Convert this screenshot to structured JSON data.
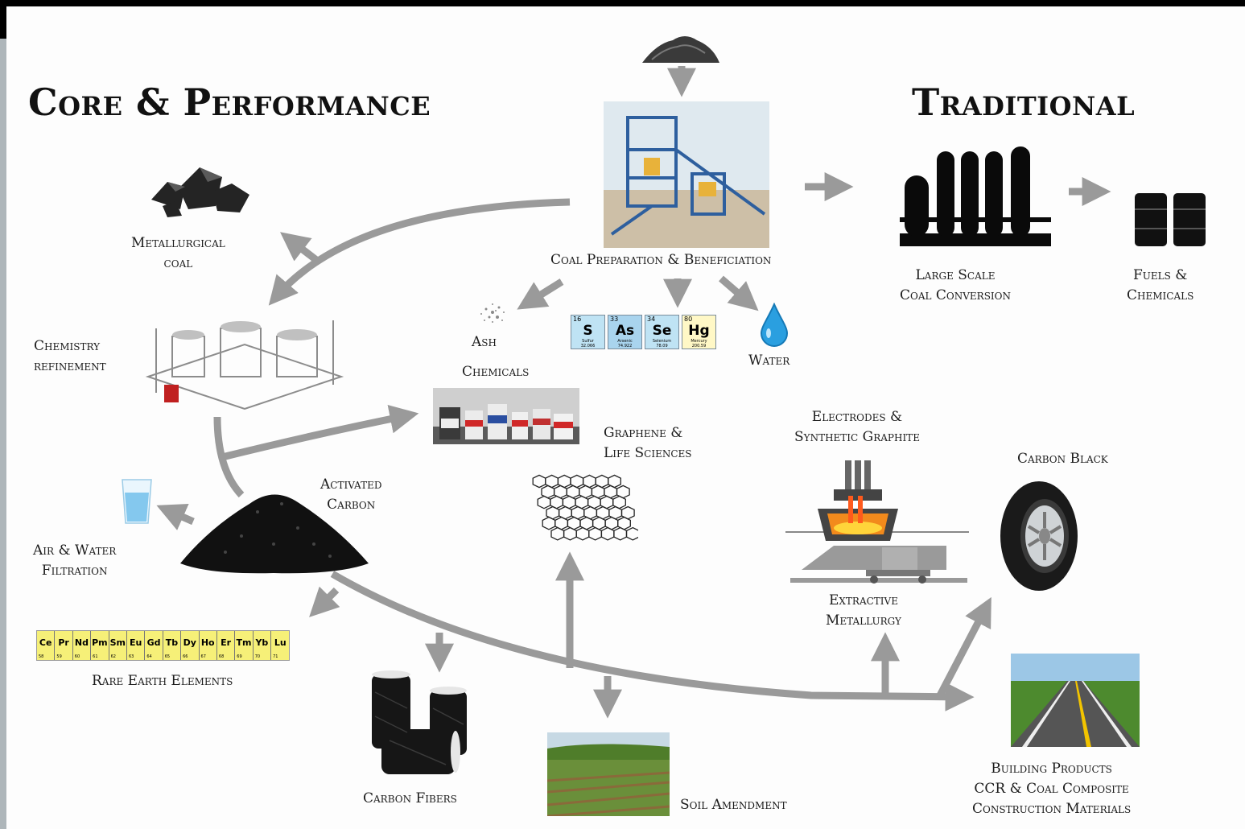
{
  "headings": {
    "left": "Core & Performance",
    "right": "Traditional"
  },
  "labels": {
    "coal_prep": "Coal Preparation & Beneficiation",
    "large_scale": [
      "Large Scale",
      "Coal Conversion"
    ],
    "fuels": [
      "Fuels &",
      "Chemicals"
    ],
    "metallurgical": [
      "Metallurgical",
      "coal"
    ],
    "chemistry": [
      "Chemistry",
      "refinement"
    ],
    "ash": "Ash",
    "water": "Water",
    "chemicals": "Chemicals",
    "activated": [
      "Activated",
      "Carbon"
    ],
    "air_water": [
      "Air & Water",
      "Filtration"
    ],
    "graphene": [
      "Graphene &",
      "Life Sciences"
    ],
    "electrodes": [
      "Electrodes &",
      "Synthetic Graphite"
    ],
    "carbon_black": "Carbon Black",
    "extractive": [
      "Extractive",
      "Metallurgy"
    ],
    "rare_earth": "Rare Earth Elements",
    "carbon_fibers": "Carbon Fibers",
    "soil": "Soil Amendment",
    "building": [
      "Building Products",
      "CCR & Coal Composite",
      "Construction Materials"
    ]
  },
  "periodic_elements": [
    {
      "num": "16",
      "sym": "S",
      "name": "Sulfur",
      "wt": "32.066",
      "color": "#bfe3f4"
    },
    {
      "num": "33",
      "sym": "As",
      "name": "Arsenic",
      "wt": "74.922",
      "color": "#a9d4ee"
    },
    {
      "num": "34",
      "sym": "Se",
      "name": "Selenium",
      "wt": "78.09",
      "color": "#bfe3f4"
    },
    {
      "num": "80",
      "sym": "Hg",
      "name": "Mercury",
      "wt": "200.59",
      "color": "#fff8c6"
    }
  ],
  "rare_earths": [
    {
      "sym": "Ce",
      "num": "58"
    },
    {
      "sym": "Pr",
      "num": "59"
    },
    {
      "sym": "Nd",
      "num": "60"
    },
    {
      "sym": "Pm",
      "num": "61"
    },
    {
      "sym": "Sm",
      "num": "62"
    },
    {
      "sym": "Eu",
      "num": "63"
    },
    {
      "sym": "Gd",
      "num": "64"
    },
    {
      "sym": "Tb",
      "num": "65"
    },
    {
      "sym": "Dy",
      "num": "66"
    },
    {
      "sym": "Ho",
      "num": "67"
    },
    {
      "sym": "Er",
      "num": "68"
    },
    {
      "sym": "Tm",
      "num": "69"
    },
    {
      "sym": "Yb",
      "num": "70"
    },
    {
      "sym": "Lu",
      "num": "71"
    }
  ],
  "colors": {
    "arrow": "#9a9a9a",
    "text": "#1c1c1c",
    "background": "#fdfdfd",
    "frame": "#000000"
  }
}
